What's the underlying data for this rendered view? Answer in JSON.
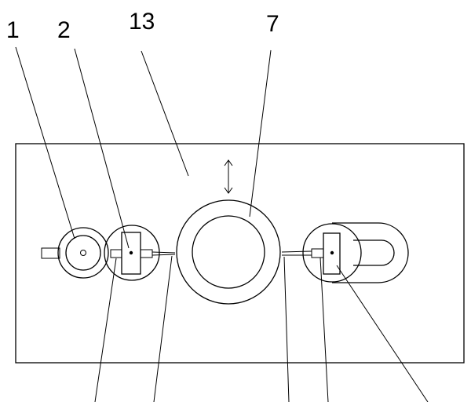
{
  "labels": {
    "part_1": "1",
    "part_2": "2",
    "part_13": "13",
    "part_7": "7"
  }
}
